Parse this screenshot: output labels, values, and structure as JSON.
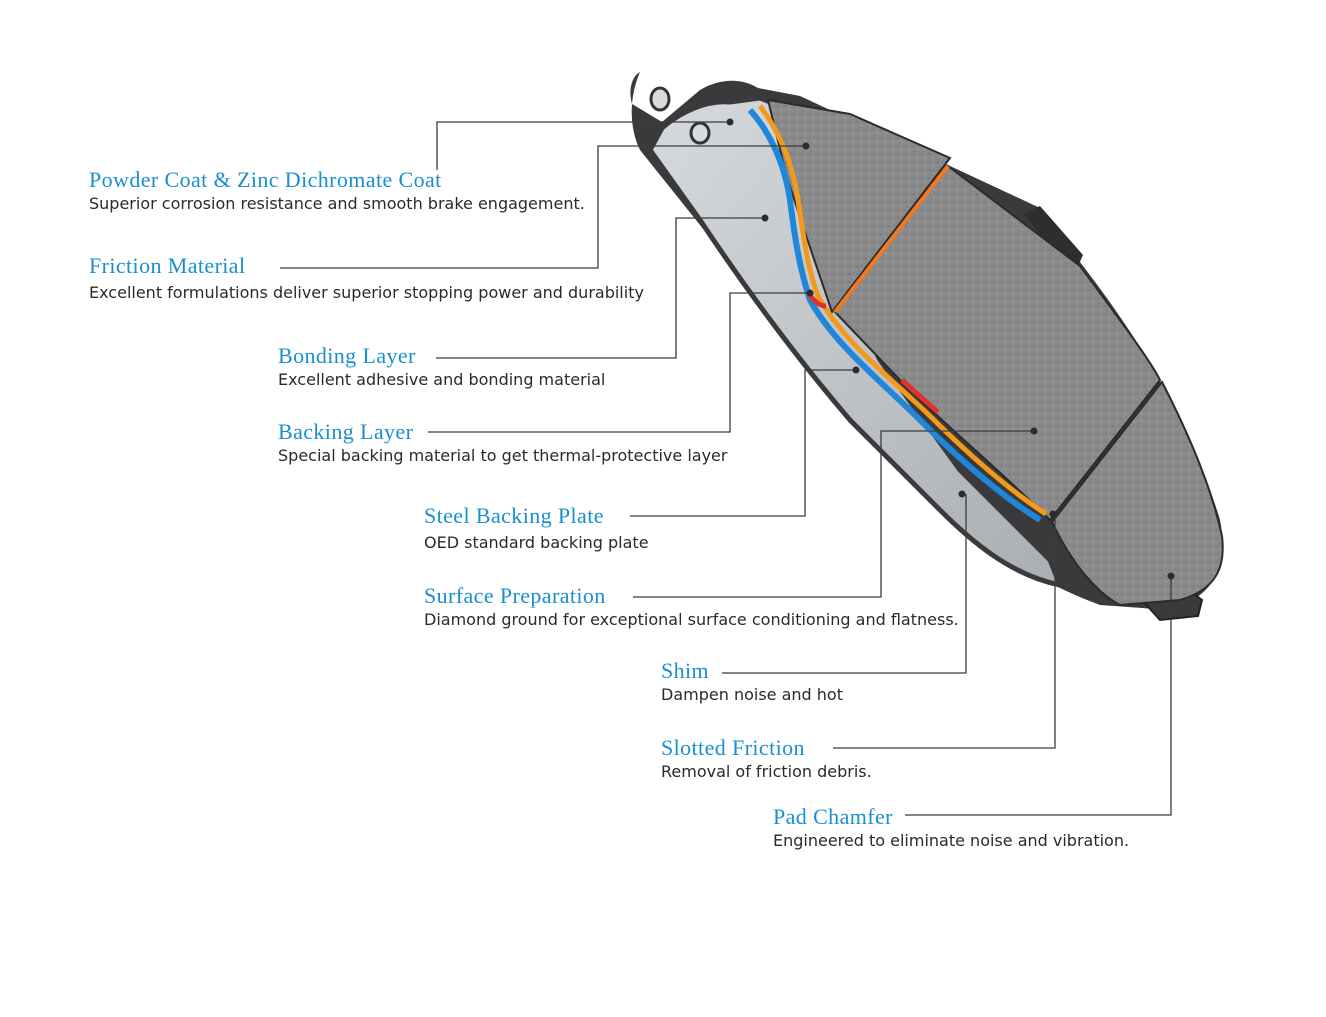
{
  "colors": {
    "title": "#1a8fd0",
    "description": "#2a2a2a",
    "leader_line": "#3c3c3c",
    "friction_material": "#8a8a8a",
    "steel_plate": "#c4c8cc",
    "plate_edge": "#3a3a3c",
    "layer_blue": "#1f86d8",
    "layer_orange": "#f39a1c",
    "layer_red": "#e0322a"
  },
  "callouts": [
    {
      "id": "powder-coat",
      "title": "Powder Coat & Zinc Dichromate Coat",
      "description": "Superior corrosion resistance and smooth brake engagement."
    },
    {
      "id": "friction-material",
      "title": "Friction Material",
      "description": "Excellent formulations deliver superior stopping power and durability"
    },
    {
      "id": "bonding-layer",
      "title": "Bonding Layer",
      "description": "Excellent adhesive and bonding material"
    },
    {
      "id": "backing-layer",
      "title": "Backing Layer",
      "description": "Special backing material to get thermal-protective layer"
    },
    {
      "id": "steel-backing-plate",
      "title": "Steel Backing Plate",
      "description": "OED standard backing plate"
    },
    {
      "id": "surface-preparation",
      "title": "Surface Preparation",
      "description": "Diamond ground for exceptional surface conditioning and flatness."
    },
    {
      "id": "shim",
      "title": "Shim",
      "description": "Dampen noise and hot"
    },
    {
      "id": "slotted-friction",
      "title": "Slotted Friction",
      "description": "Removal of friction debris."
    },
    {
      "id": "pad-chamfer",
      "title": "Pad Chamfer",
      "description": "Engineered to eliminate noise and vibration."
    }
  ]
}
